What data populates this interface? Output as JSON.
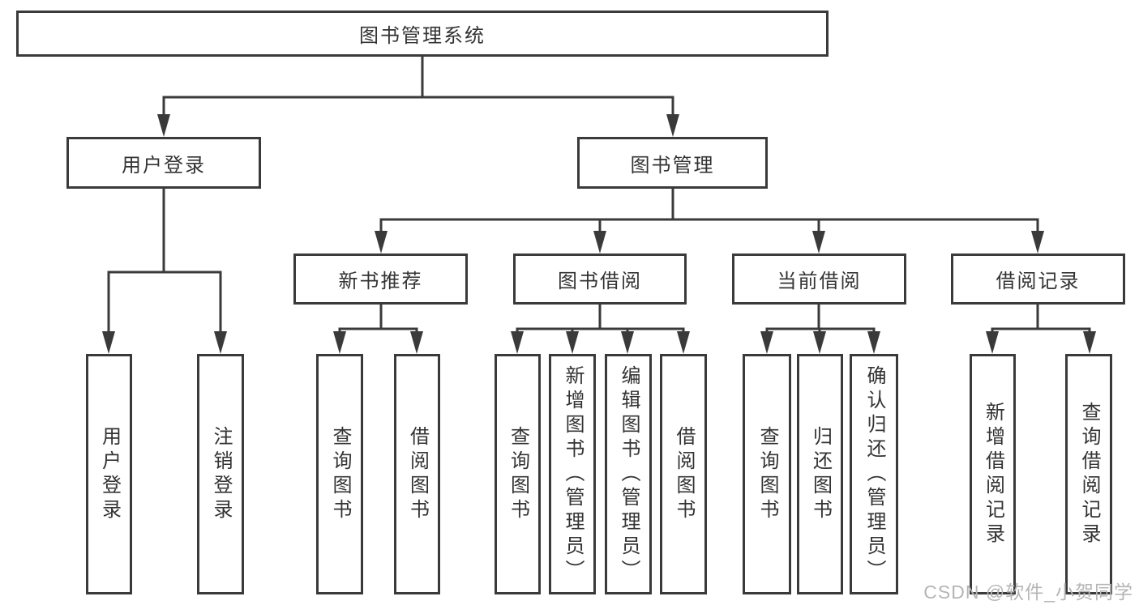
{
  "diagram": {
    "root": "图书管理系统",
    "level2": [
      "用户登录",
      "图书管理"
    ],
    "level3": [
      "新书推荐",
      "图书借阅",
      "当前借阅",
      "借阅记录"
    ],
    "leaves": {
      "user_login": [
        "用户登录",
        "注销登录"
      ],
      "new_book_recommend": [
        "查询图书",
        "借阅图书"
      ],
      "book_borrow": [
        "查询图书",
        "新增图书（管理员）",
        "编辑图书（管理员）",
        "借阅图书"
      ],
      "current_borrow": [
        "查询图书",
        "归还图书",
        "确认归还（管理员）"
      ],
      "borrow_records": [
        "新增借阅记录",
        "查询借阅记录"
      ]
    }
  },
  "watermark": "CSDN @软件_小贺同学",
  "colors": {
    "line": "#3a3a3a",
    "box_border": "#3a3a3a",
    "text": "#333333",
    "watermark": "#b5b5b5",
    "background": "#ffffff"
  }
}
